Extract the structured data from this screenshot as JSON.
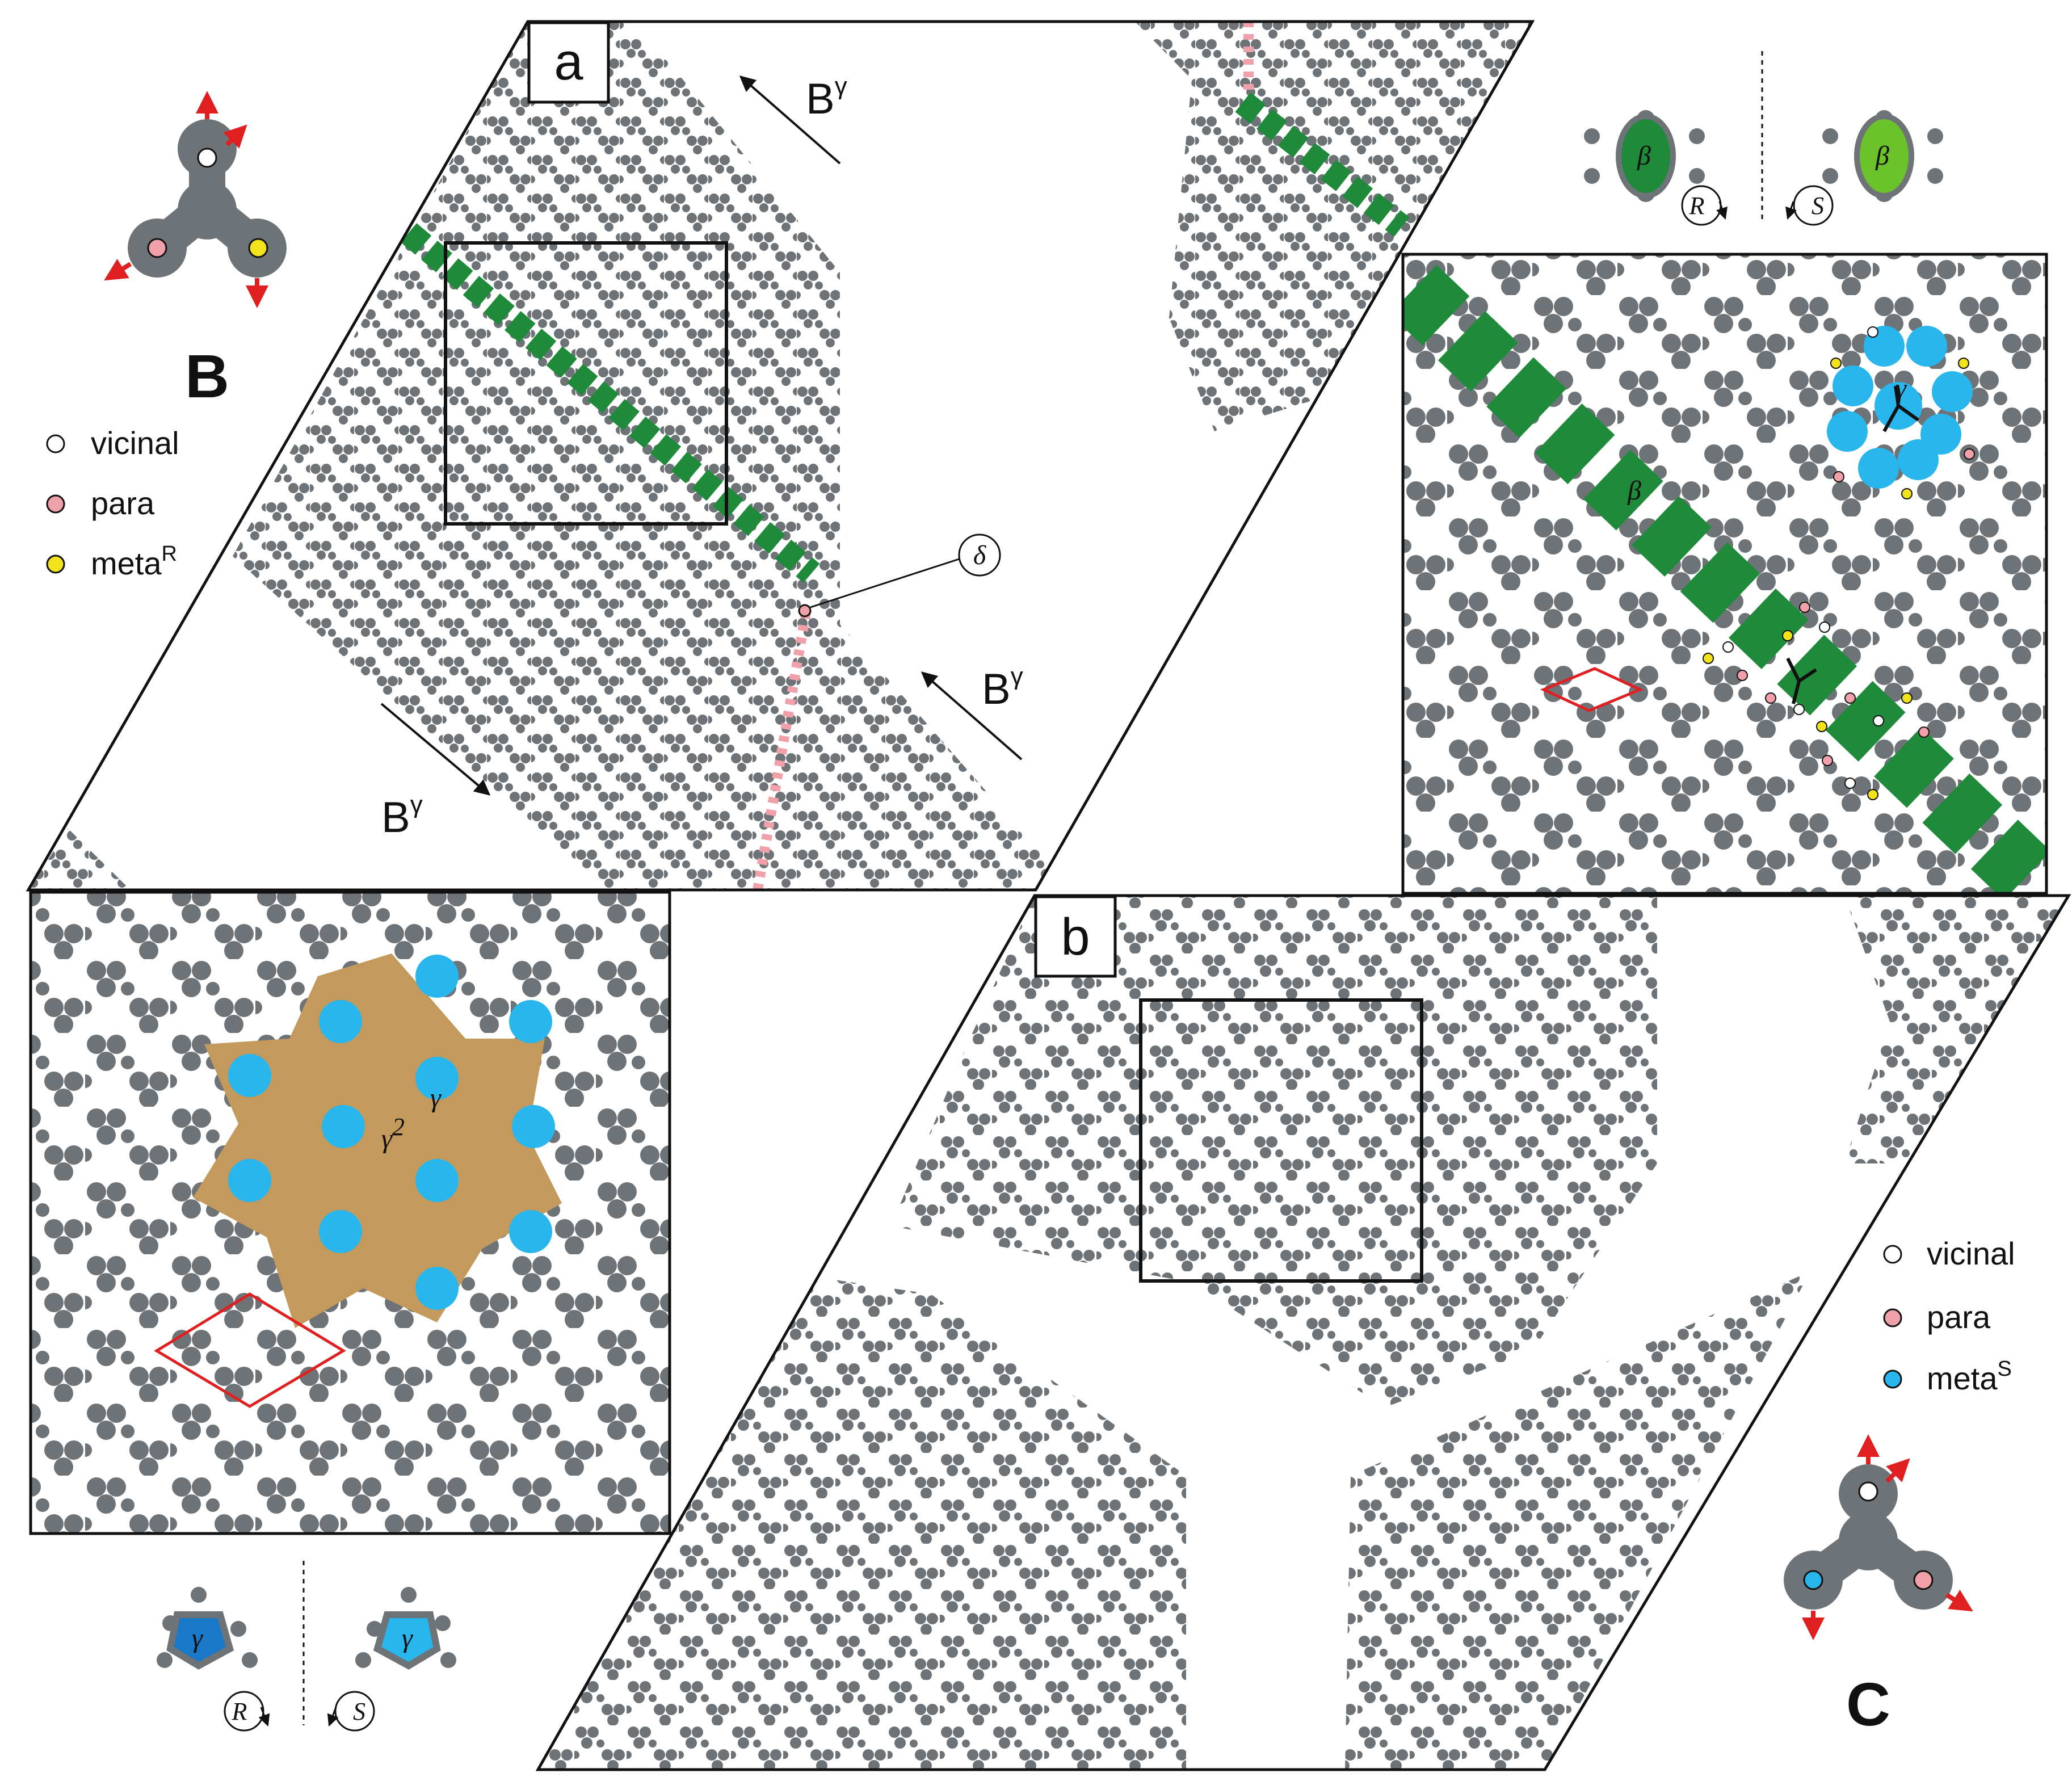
{
  "panel_labels": {
    "a": "a",
    "b": "b"
  },
  "molecule_labels": {
    "B": "B",
    "C": "C"
  },
  "legend_B": {
    "items": [
      {
        "label": "vicinal",
        "color": "#ffffff"
      },
      {
        "label": "para",
        "color": "#f0a0a8"
      },
      {
        "label": "meta",
        "sup": "R",
        "color": "#f2e21c"
      }
    ]
  },
  "legend_C": {
    "items": [
      {
        "label": "vicinal",
        "color": "#ffffff"
      },
      {
        "label": "para",
        "color": "#f0a0a8"
      },
      {
        "label": "meta",
        "sup": "S",
        "color": "#29b6ec"
      }
    ]
  },
  "boundary_labels": [
    {
      "base": "B",
      "sup": "γ"
    },
    {
      "base": "B",
      "sup": "γ"
    },
    {
      "base": "B",
      "sup": "γ"
    }
  ],
  "greek": {
    "delta": "δ",
    "beta": "β",
    "gamma": "γ",
    "gamma2_base": "γ",
    "gamma2_sup": "2"
  },
  "chirality": {
    "R": "R",
    "S": "S"
  },
  "colors": {
    "lattice": "#6e7378",
    "beta_green": "#1f8a3a",
    "beta_light_green": "#6cc22a",
    "gamma_blue": "#29b6ec",
    "gamma_dark_blue": "#1a78c8",
    "gamma2_tan": "#c49a5c",
    "unit_cell_red": "#e02020",
    "arrow_red": "#e02020",
    "para_pink": "#f0a0a8",
    "meta_yellow": "#f2e21c"
  }
}
